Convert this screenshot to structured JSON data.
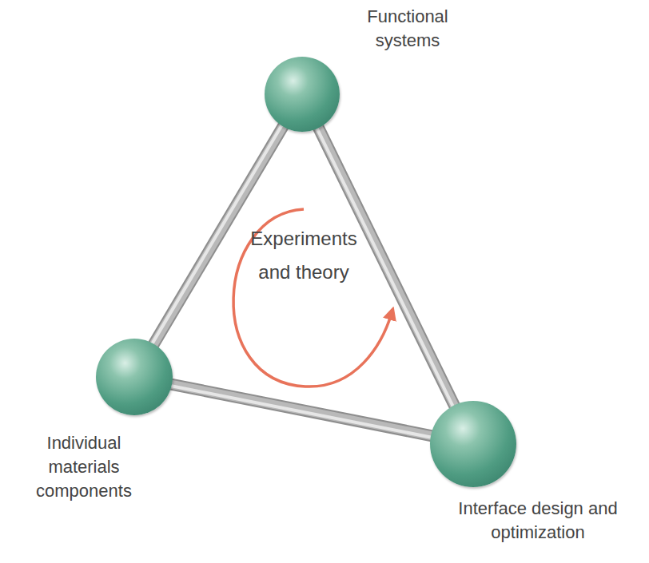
{
  "diagram": {
    "nodes": [
      {
        "text": [
          "Functional systems"
        ]
      },
      {
        "text": [
          "Individual materials components"
        ]
      },
      {
        "text": [
          "Interface design and optimization"
        ]
      }
    ],
    "edges": [
      {
        "from": 0,
        "to": 1,
        "arrow": "none"
      },
      {
        "from": 1,
        "to": 2,
        "arrow": "none"
      },
      {
        "from": 0,
        "to": 2,
        "arrow": "none"
      }
    ],
    "labels": [
      "Experiments and theory"
    ]
  }
}
